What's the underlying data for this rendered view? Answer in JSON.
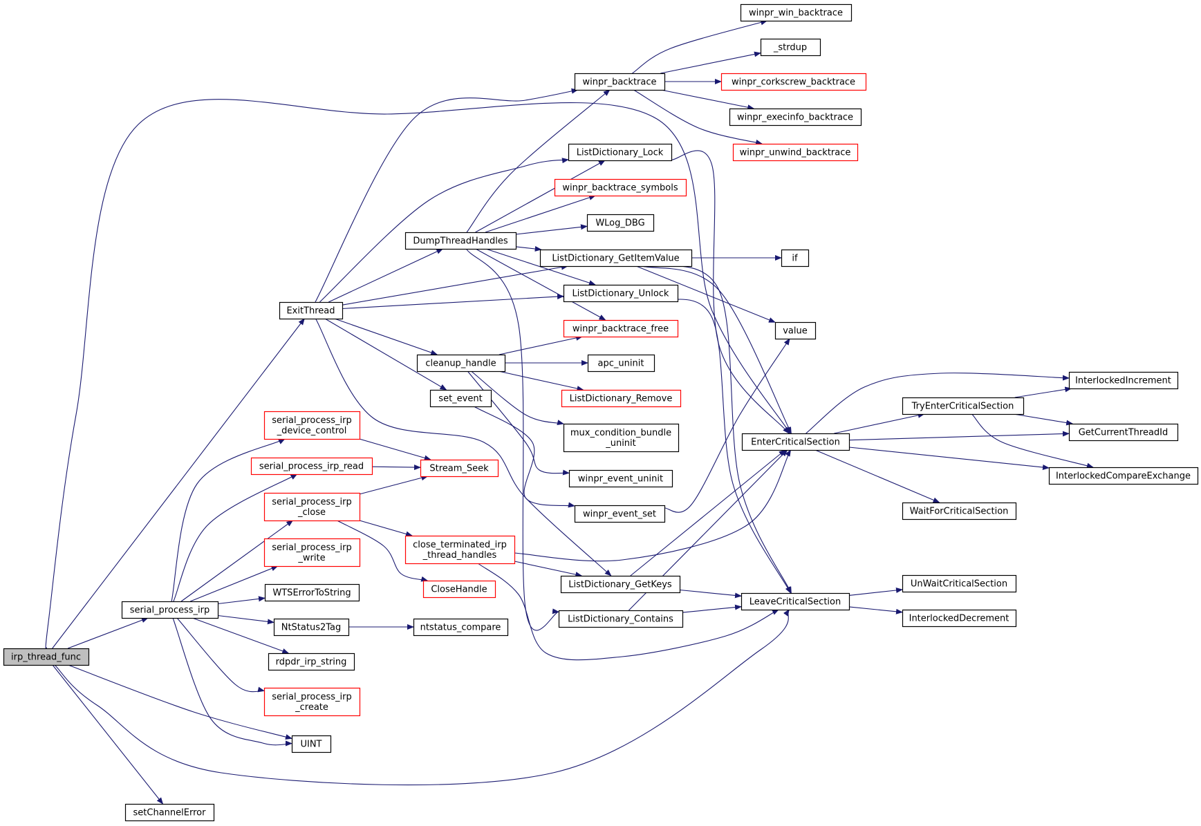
{
  "colors": {
    "edge": "#191970",
    "node_border": "#000000",
    "node_border_external": "#ff0000",
    "root_fill": "#bfbfbf",
    "node_fill": "#ffffff"
  },
  "nodes": [
    {
      "id": "irp_thread_func",
      "label": "irp_thread_func",
      "style": "root"
    },
    {
      "id": "ExitThread",
      "label": "ExitThread",
      "style": "normal"
    },
    {
      "id": "serial_process_irp",
      "label": "serial_process_irp",
      "style": "normal"
    },
    {
      "id": "LeaveCriticalSection",
      "label": "LeaveCriticalSection",
      "style": "normal"
    },
    {
      "id": "UINT",
      "label": "UINT",
      "style": "normal"
    },
    {
      "id": "setChannelError",
      "label": "setChannelError",
      "style": "normal"
    },
    {
      "id": "winpr_backtrace",
      "label": "winpr_backtrace",
      "style": "normal"
    },
    {
      "id": "winpr_win_backtrace",
      "label": "winpr_win_backtrace",
      "style": "normal"
    },
    {
      "id": "_strdup",
      "label": "_strdup",
      "style": "normal"
    },
    {
      "id": "winpr_corkscrew_backtrace",
      "label": "winpr_corkscrew_backtrace",
      "style": "red"
    },
    {
      "id": "winpr_execinfo_backtrace",
      "label": "winpr_execinfo_backtrace",
      "style": "normal"
    },
    {
      "id": "winpr_unwind_backtrace",
      "label": "winpr_unwind_backtrace",
      "style": "red"
    },
    {
      "id": "ListDictionary_Lock",
      "label": "ListDictionary_Lock",
      "style": "normal"
    },
    {
      "id": "winpr_backtrace_symbols",
      "label": "winpr_backtrace_symbols",
      "style": "red"
    },
    {
      "id": "WLog_DBG",
      "label": "WLog_DBG",
      "style": "normal"
    },
    {
      "id": "DumpThreadHandles",
      "label": "DumpThreadHandles",
      "style": "normal"
    },
    {
      "id": "ListDictionary_GetItemValue",
      "label": "ListDictionary_GetItemValue",
      "style": "normal"
    },
    {
      "id": "if",
      "label": "if",
      "style": "normal"
    },
    {
      "id": "ListDictionary_Unlock",
      "label": "ListDictionary_Unlock",
      "style": "normal"
    },
    {
      "id": "value",
      "label": "value",
      "style": "normal"
    },
    {
      "id": "winpr_backtrace_free",
      "label": "winpr_backtrace_free",
      "style": "red"
    },
    {
      "id": "cleanup_handle",
      "label": "cleanup_handle",
      "style": "normal"
    },
    {
      "id": "apc_uninit",
      "label": "apc_uninit",
      "style": "normal"
    },
    {
      "id": "ListDictionary_Remove",
      "label": "ListDictionary_Remove",
      "style": "red"
    },
    {
      "id": "set_event",
      "label": "set_event",
      "style": "normal"
    },
    {
      "id": "mux_condition_bundle_uninit",
      "label": "mux_condition_bundle\n_uninit",
      "style": "normal"
    },
    {
      "id": "winpr_event_uninit",
      "label": "winpr_event_uninit",
      "style": "normal"
    },
    {
      "id": "winpr_event_set",
      "label": "winpr_event_set",
      "style": "normal"
    },
    {
      "id": "serial_process_irp_device_control",
      "label": "serial_process_irp\n_device_control",
      "style": "red"
    },
    {
      "id": "serial_process_irp_read",
      "label": "serial_process_irp_read",
      "style": "red"
    },
    {
      "id": "Stream_Seek",
      "label": "Stream_Seek",
      "style": "red"
    },
    {
      "id": "serial_process_irp_close",
      "label": "serial_process_irp\n_close",
      "style": "red"
    },
    {
      "id": "close_terminated_irp_thread_handles",
      "label": "close_terminated_irp\n_thread_handles",
      "style": "red"
    },
    {
      "id": "serial_process_irp_write",
      "label": "serial_process_irp\n_write",
      "style": "red"
    },
    {
      "id": "CloseHandle",
      "label": "CloseHandle",
      "style": "red"
    },
    {
      "id": "WTSErrorToString",
      "label": "WTSErrorToString",
      "style": "normal"
    },
    {
      "id": "ListDictionary_GetKeys",
      "label": "ListDictionary_GetKeys",
      "style": "normal"
    },
    {
      "id": "NtStatus2Tag",
      "label": "NtStatus2Tag",
      "style": "normal"
    },
    {
      "id": "ntstatus_compare",
      "label": "ntstatus_compare",
      "style": "normal"
    },
    {
      "id": "ListDictionary_Contains",
      "label": "ListDictionary_Contains",
      "style": "normal"
    },
    {
      "id": "rdpdr_irp_string",
      "label": "rdpdr_irp_string",
      "style": "normal"
    },
    {
      "id": "serial_process_irp_create",
      "label": "serial_process_irp\n_create",
      "style": "red"
    },
    {
      "id": "EnterCriticalSection",
      "label": "EnterCriticalSection",
      "style": "normal"
    },
    {
      "id": "TryEnterCriticalSection",
      "label": "TryEnterCriticalSection",
      "style": "normal"
    },
    {
      "id": "InterlockedIncrement",
      "label": "InterlockedIncrement",
      "style": "normal"
    },
    {
      "id": "GetCurrentThreadId",
      "label": "GetCurrentThreadId",
      "style": "normal"
    },
    {
      "id": "InterlockedCompareExchange",
      "label": "InterlockedCompareExchange",
      "style": "normal"
    },
    {
      "id": "WaitForCriticalSection",
      "label": "WaitForCriticalSection",
      "style": "normal"
    },
    {
      "id": "UnWaitCriticalSection",
      "label": "UnWaitCriticalSection",
      "style": "normal"
    },
    {
      "id": "InterlockedDecrement",
      "label": "InterlockedDecrement",
      "style": "normal"
    }
  ],
  "edges": [
    {
      "from": "irp_thread_func",
      "to": "ExitThread"
    },
    {
      "from": "irp_thread_func",
      "to": "serial_process_irp"
    },
    {
      "from": "irp_thread_func",
      "to": "EnterCriticalSection"
    },
    {
      "from": "irp_thread_func",
      "to": "LeaveCriticalSection"
    },
    {
      "from": "irp_thread_func",
      "to": "UINT"
    },
    {
      "from": "irp_thread_func",
      "to": "setChannelError"
    },
    {
      "from": "ExitThread",
      "to": "winpr_backtrace"
    },
    {
      "from": "ExitThread",
      "to": "ListDictionary_Lock"
    },
    {
      "from": "ExitThread",
      "to": "DumpThreadHandles"
    },
    {
      "from": "ExitThread",
      "to": "ListDictionary_GetItemValue"
    },
    {
      "from": "ExitThread",
      "to": "ListDictionary_Unlock"
    },
    {
      "from": "ExitThread",
      "to": "cleanup_handle"
    },
    {
      "from": "ExitThread",
      "to": "set_event"
    },
    {
      "from": "ExitThread",
      "to": "ListDictionary_GetKeys"
    },
    {
      "from": "winpr_backtrace",
      "to": "winpr_win_backtrace"
    },
    {
      "from": "winpr_backtrace",
      "to": "_strdup"
    },
    {
      "from": "winpr_backtrace",
      "to": "winpr_corkscrew_backtrace"
    },
    {
      "from": "winpr_backtrace",
      "to": "winpr_execinfo_backtrace"
    },
    {
      "from": "winpr_backtrace",
      "to": "winpr_unwind_backtrace"
    },
    {
      "from": "DumpThreadHandles",
      "to": "winpr_backtrace"
    },
    {
      "from": "DumpThreadHandles",
      "to": "ListDictionary_Lock"
    },
    {
      "from": "DumpThreadHandles",
      "to": "winpr_backtrace_symbols"
    },
    {
      "from": "DumpThreadHandles",
      "to": "WLog_DBG"
    },
    {
      "from": "DumpThreadHandles",
      "to": "ListDictionary_GetItemValue"
    },
    {
      "from": "DumpThreadHandles",
      "to": "ListDictionary_Unlock"
    },
    {
      "from": "DumpThreadHandles",
      "to": "winpr_backtrace_free"
    },
    {
      "from": "DumpThreadHandles",
      "to": "ListDictionary_Contains"
    },
    {
      "from": "ListDictionary_Lock",
      "to": "EnterCriticalSection"
    },
    {
      "from": "ListDictionary_GetItemValue",
      "to": "if"
    },
    {
      "from": "ListDictionary_GetItemValue",
      "to": "value"
    },
    {
      "from": "ListDictionary_GetItemValue",
      "to": "EnterCriticalSection"
    },
    {
      "from": "ListDictionary_GetItemValue",
      "to": "LeaveCriticalSection"
    },
    {
      "from": "ListDictionary_Unlock",
      "to": "LeaveCriticalSection"
    },
    {
      "from": "cleanup_handle",
      "to": "winpr_backtrace_free"
    },
    {
      "from": "cleanup_handle",
      "to": "apc_uninit"
    },
    {
      "from": "cleanup_handle",
      "to": "ListDictionary_Remove"
    },
    {
      "from": "cleanup_handle",
      "to": "mux_condition_bundle_uninit"
    },
    {
      "from": "cleanup_handle",
      "to": "winpr_event_uninit"
    },
    {
      "from": "set_event",
      "to": "winpr_event_set"
    },
    {
      "from": "winpr_event_set",
      "to": "value"
    },
    {
      "from": "serial_process_irp",
      "to": "serial_process_irp_device_control"
    },
    {
      "from": "serial_process_irp",
      "to": "serial_process_irp_read"
    },
    {
      "from": "serial_process_irp",
      "to": "serial_process_irp_close"
    },
    {
      "from": "serial_process_irp",
      "to": "serial_process_irp_write"
    },
    {
      "from": "serial_process_irp",
      "to": "WTSErrorToString"
    },
    {
      "from": "serial_process_irp",
      "to": "NtStatus2Tag"
    },
    {
      "from": "serial_process_irp",
      "to": "rdpdr_irp_string"
    },
    {
      "from": "serial_process_irp",
      "to": "serial_process_irp_create"
    },
    {
      "from": "serial_process_irp",
      "to": "UINT"
    },
    {
      "from": "serial_process_irp_device_control",
      "to": "Stream_Seek"
    },
    {
      "from": "serial_process_irp_read",
      "to": "Stream_Seek"
    },
    {
      "from": "serial_process_irp_close",
      "to": "Stream_Seek"
    },
    {
      "from": "serial_process_irp_close",
      "to": "close_terminated_irp_thread_handles"
    },
    {
      "from": "serial_process_irp_close",
      "to": "CloseHandle"
    },
    {
      "from": "close_terminated_irp_thread_handles",
      "to": "EnterCriticalSection"
    },
    {
      "from": "close_terminated_irp_thread_handles",
      "to": "ListDictionary_GetKeys"
    },
    {
      "from": "close_terminated_irp_thread_handles",
      "to": "LeaveCriticalSection"
    },
    {
      "from": "ListDictionary_GetKeys",
      "to": "EnterCriticalSection"
    },
    {
      "from": "ListDictionary_GetKeys",
      "to": "LeaveCriticalSection"
    },
    {
      "from": "ListDictionary_Contains",
      "to": "EnterCriticalSection"
    },
    {
      "from": "ListDictionary_Contains",
      "to": "LeaveCriticalSection"
    },
    {
      "from": "NtStatus2Tag",
      "to": "ntstatus_compare"
    },
    {
      "from": "EnterCriticalSection",
      "to": "TryEnterCriticalSection"
    },
    {
      "from": "EnterCriticalSection",
      "to": "InterlockedIncrement"
    },
    {
      "from": "EnterCriticalSection",
      "to": "GetCurrentThreadId"
    },
    {
      "from": "EnterCriticalSection",
      "to": "InterlockedCompareExchange"
    },
    {
      "from": "EnterCriticalSection",
      "to": "WaitForCriticalSection"
    },
    {
      "from": "TryEnterCriticalSection",
      "to": "InterlockedIncrement"
    },
    {
      "from": "TryEnterCriticalSection",
      "to": "GetCurrentThreadId"
    },
    {
      "from": "TryEnterCriticalSection",
      "to": "InterlockedCompareExchange"
    },
    {
      "from": "LeaveCriticalSection",
      "to": "UnWaitCriticalSection"
    },
    {
      "from": "LeaveCriticalSection",
      "to": "InterlockedDecrement"
    }
  ]
}
